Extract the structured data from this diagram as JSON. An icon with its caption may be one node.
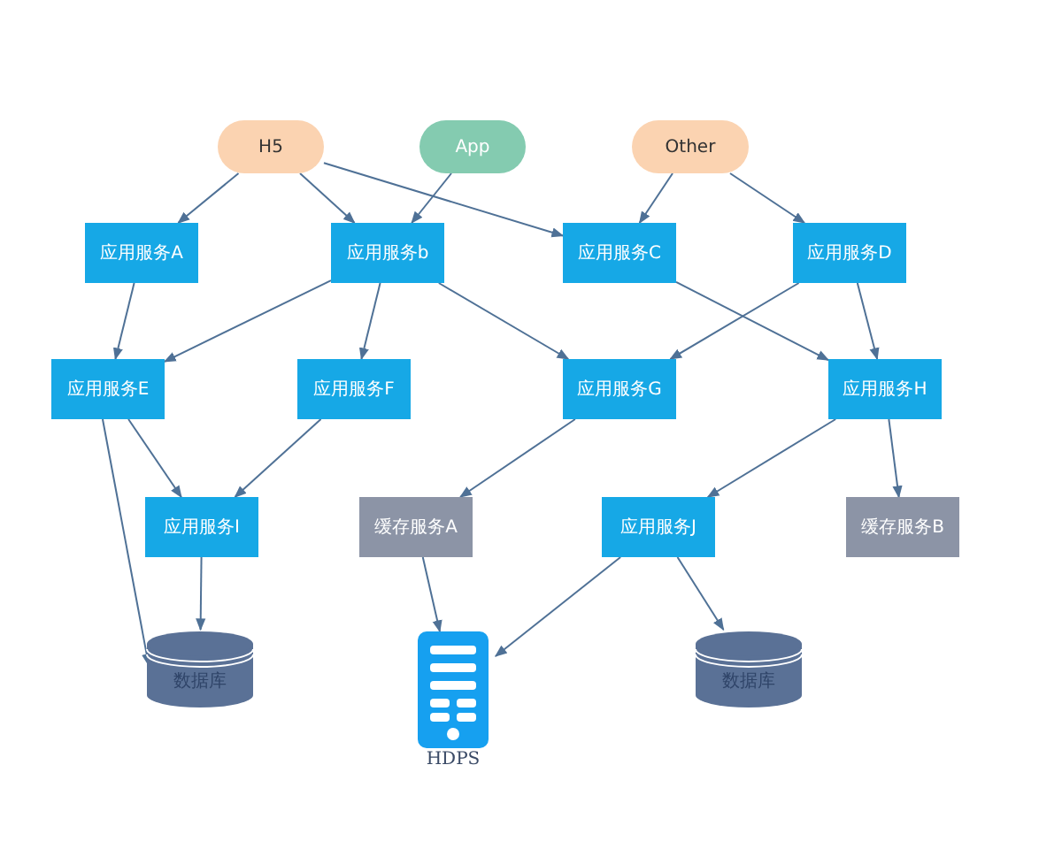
{
  "diagram": {
    "nodes": [
      {
        "text": [
          "H5"
        ]
      },
      {
        "text": [
          "App"
        ]
      },
      {
        "text": [
          "Other"
        ]
      },
      {
        "text": [
          "应用服务A"
        ]
      },
      {
        "text": [
          "应用服务b"
        ]
      },
      {
        "text": [
          "应用服务C"
        ]
      },
      {
        "text": [
          "应用服务D"
        ]
      },
      {
        "text": [
          "应用服务E"
        ]
      },
      {
        "text": [
          "应用服务F"
        ]
      },
      {
        "text": [
          "应用服务G"
        ]
      },
      {
        "text": [
          "应用服务H"
        ]
      },
      {
        "text": [
          "应用服务I"
        ]
      },
      {
        "text": [
          "缓存服务A"
        ]
      },
      {
        "text": [
          "应用服务J"
        ]
      },
      {
        "text": [
          "缓存服务B"
        ]
      },
      {
        "text": [
          "数据库"
        ]
      },
      {
        "text": [
          "HDPS"
        ]
      },
      {
        "text": [
          "数据库"
        ]
      }
    ],
    "edges": [
      {
        "from": 0,
        "to": 3,
        "arrow": "to"
      },
      {
        "from": 0,
        "to": 4,
        "arrow": "to"
      },
      {
        "from": 0,
        "to": 5,
        "arrow": "to"
      },
      {
        "from": 1,
        "to": 4,
        "arrow": "to"
      },
      {
        "from": 2,
        "to": 5,
        "arrow": "to"
      },
      {
        "from": 2,
        "to": 6,
        "arrow": "to"
      },
      {
        "from": 3,
        "to": 7,
        "arrow": "to"
      },
      {
        "from": 4,
        "to": 7,
        "arrow": "to"
      },
      {
        "from": 4,
        "to": 8,
        "arrow": "to"
      },
      {
        "from": 4,
        "to": 9,
        "arrow": "to"
      },
      {
        "from": 5,
        "to": 10,
        "arrow": "to"
      },
      {
        "from": 6,
        "to": 9,
        "arrow": "to"
      },
      {
        "from": 6,
        "to": 10,
        "arrow": "to"
      },
      {
        "from": 7,
        "to": 11,
        "arrow": "to"
      },
      {
        "from": 7,
        "to": 15,
        "arrow": "to"
      },
      {
        "from": 8,
        "to": 11,
        "arrow": "to"
      },
      {
        "from": 9,
        "to": 12,
        "arrow": "to"
      },
      {
        "from": 10,
        "to": 13,
        "arrow": "to"
      },
      {
        "from": 10,
        "to": 14,
        "arrow": "to"
      },
      {
        "from": 11,
        "to": 15,
        "arrow": "to"
      },
      {
        "from": 12,
        "to": 16,
        "arrow": "to"
      },
      {
        "from": 13,
        "to": 16,
        "arrow": "to"
      },
      {
        "from": 13,
        "to": 17,
        "arrow": "to"
      }
    ]
  }
}
